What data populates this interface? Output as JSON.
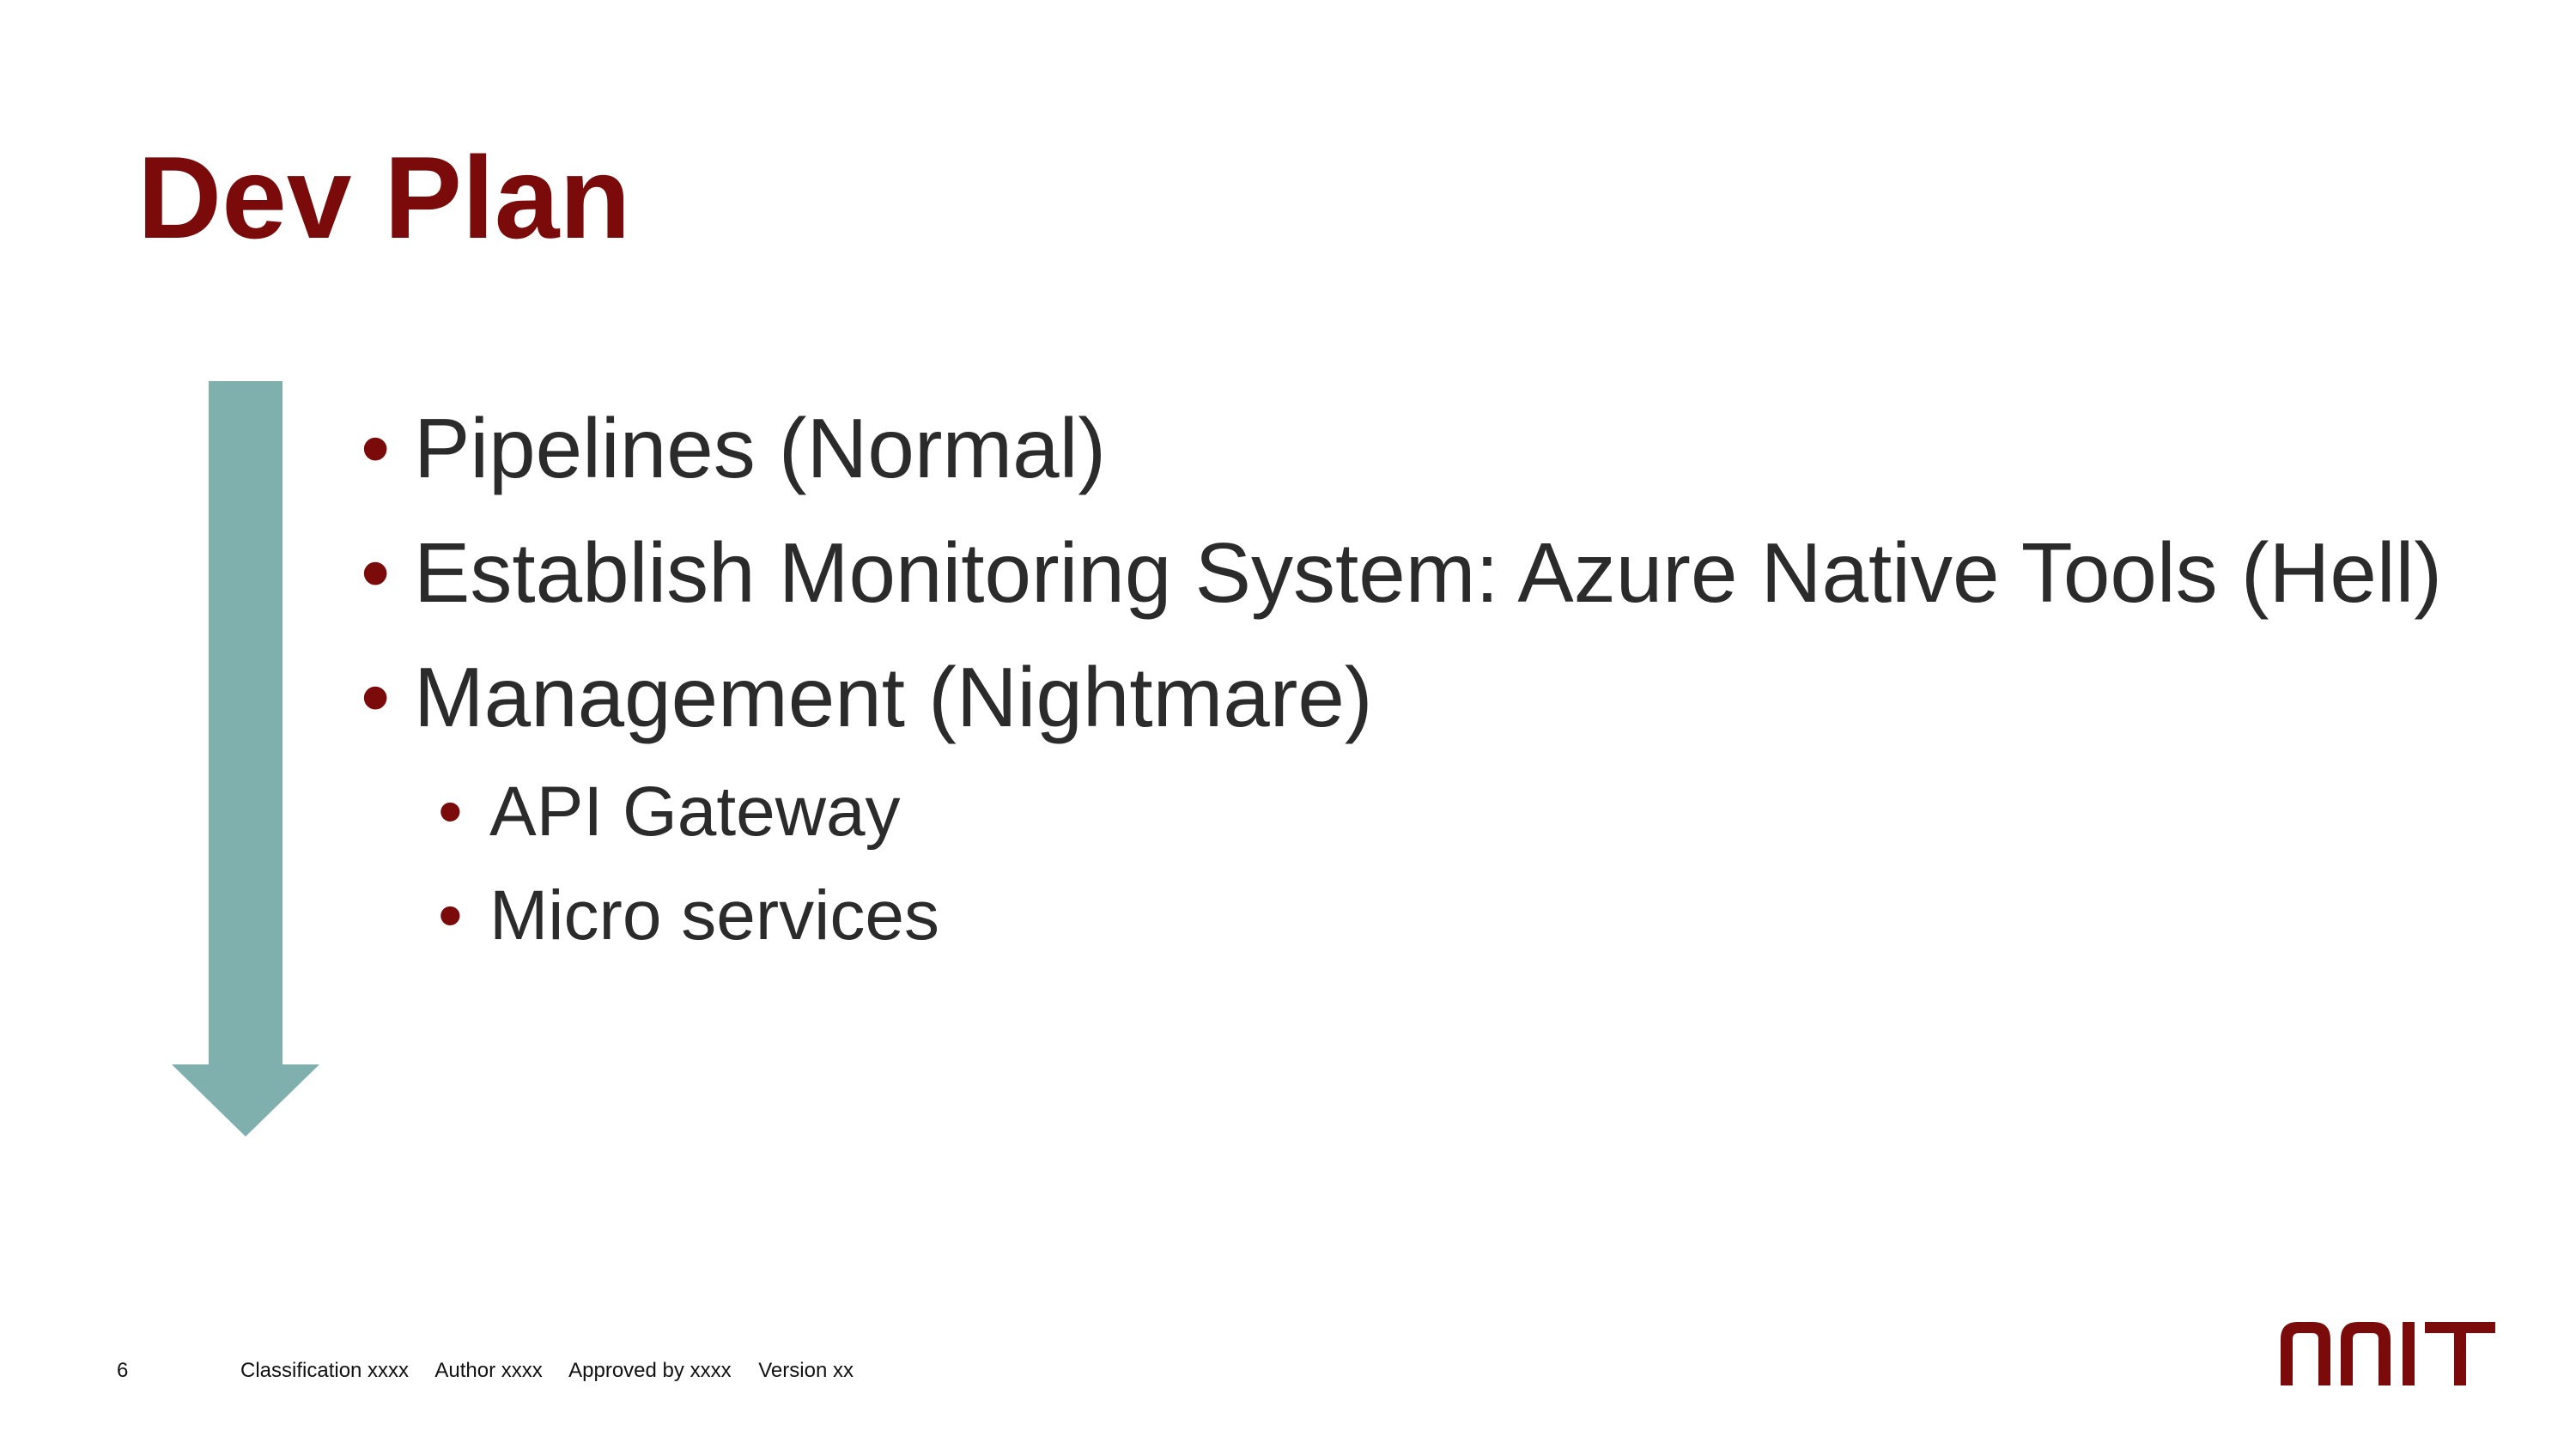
{
  "slide": {
    "title": "Dev Plan",
    "bullets": [
      {
        "text": "Pipelines (Normal)"
      },
      {
        "text": "Establish Monitoring System: Azure Native Tools (Hell)"
      },
      {
        "text": "Management (Nightmare)"
      }
    ],
    "sub_bullets": [
      {
        "text": "API Gateway"
      },
      {
        "text": "Micro services"
      }
    ],
    "bullet_glyph": "•",
    "arrow": {
      "icon": "down-arrow-icon",
      "color": "#7fb0ae"
    }
  },
  "footer": {
    "page_number": "6",
    "classification": "Classification xxxx",
    "author": "Author xxxx",
    "approved_by": "Approved by xxxx",
    "version": "Version xx"
  },
  "logo": {
    "text": "NNIT",
    "color": "#7b0a0a"
  },
  "colors": {
    "title": "#7b0a0a",
    "bullet": "#7b0a0a",
    "body_text": "#2b2b2b",
    "arrow": "#7fb0ae"
  }
}
